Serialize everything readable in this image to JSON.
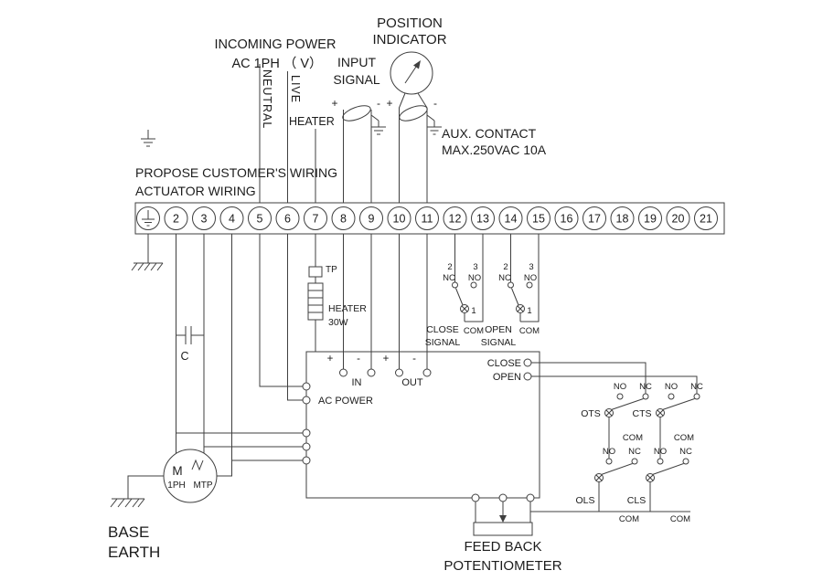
{
  "header": {
    "position1": "POSITION",
    "position2": "INDICATOR",
    "incoming1": "INCOMING POWER",
    "incoming2": "AC 1PH （ V）",
    "neutral": "NEUTRAL",
    "live": "LIVE",
    "heater": "HEATER",
    "input1": "INPUT",
    "input2": "SIGNAL",
    "aux1": "AUX. CONTACT",
    "aux2": "MAX.250VAC 10A",
    "note1": "PROPOSE CUSTOMER'S WIRING",
    "note2": "ACTUATOR WIRING"
  },
  "terminals": [
    "2",
    "3",
    "4",
    "5",
    "6",
    "7",
    "8",
    "9",
    "10",
    "11",
    "12",
    "13",
    "14",
    "15",
    "16",
    "17",
    "18",
    "19",
    "20",
    "21"
  ],
  "sym": {
    "plus": "+",
    "minus": "-",
    "nc": "NC",
    "no": "NO",
    "com": "COM",
    "n1": "1",
    "n2": "2",
    "n3": "3"
  },
  "components": {
    "tp": "TP",
    "heater1": "HEATER",
    "heater2": "30W",
    "close1": "CLOSE",
    "close2": "SIGNAL",
    "open1": "OPEN",
    "open2": "SIGNAL",
    "cap": "C"
  },
  "box": {
    "in": "IN",
    "out": "OUT",
    "ac_power": "AC POWER",
    "close": "CLOSE",
    "open": "OPEN"
  },
  "switches": {
    "ots": "OTS",
    "cts": "CTS",
    "ols": "OLS",
    "cls": "CLS"
  },
  "motor": {
    "m": "M",
    "ph": "1PH",
    "mtp": "MTP"
  },
  "footer": {
    "base1": "BASE",
    "base2": "EARTH",
    "fb1": "FEED BACK",
    "fb2": "POTENTIOMETER"
  }
}
